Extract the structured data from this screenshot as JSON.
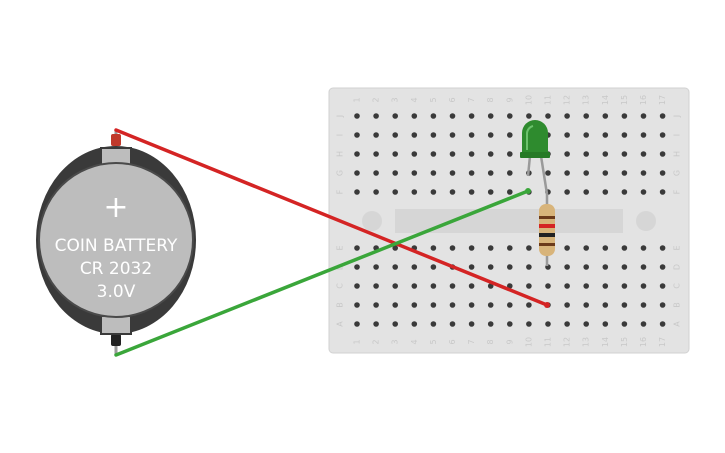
{
  "battery": {
    "plus_sign": "+",
    "line1": "COIN BATTERY",
    "line2": "CR 2032",
    "line3": "3.0V"
  },
  "breadboard": {
    "columns": [
      "1",
      "2",
      "3",
      "4",
      "5",
      "6",
      "7",
      "8",
      "9",
      "10",
      "11",
      "12",
      "13",
      "14",
      "15",
      "16",
      "17"
    ],
    "rows_top": [
      "J",
      "I",
      "H",
      "G",
      "F"
    ],
    "rows_bottom": [
      "E",
      "D",
      "C",
      "B",
      "A"
    ]
  },
  "colors": {
    "board": "#e3e3e3",
    "hole": "#3a3a3a",
    "wire_positive": "#d42424",
    "wire_negative": "#3aa63a",
    "led": "#2e8b2e",
    "resistor_body": "#d8b47a",
    "battery_case": "#3a3a3a",
    "battery_cell": "#bdbdbd"
  }
}
